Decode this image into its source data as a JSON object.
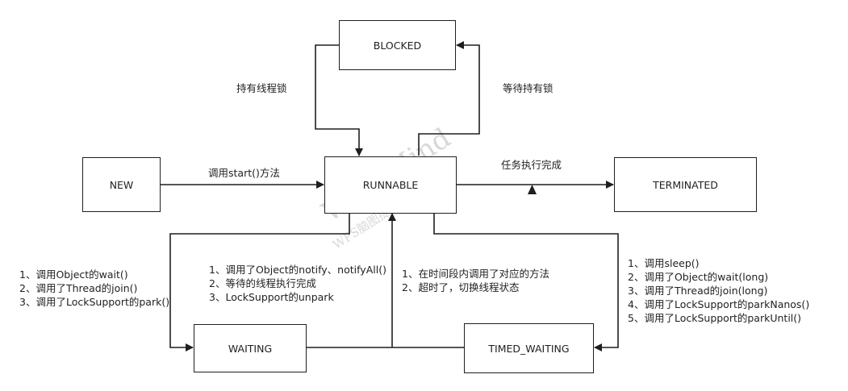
{
  "nodes": {
    "blocked": "BLOCKED",
    "new": "NEW",
    "runnable": "RUNNABLE",
    "terminated": "TERMINATED",
    "waiting": "WAITING",
    "timed_waiting": "TIMED_WAITING"
  },
  "edges": {
    "hold_lock": "持有线程锁",
    "wait_lock": "等待持有锁",
    "start": "调用start()方法",
    "finished": "任务执行完成"
  },
  "waiting_causes": [
    "1、调用Object的wait()",
    "2、调用了Thread的join()",
    "3、调用了LockSupport的park()"
  ],
  "waiting_exits": [
    "1、调用了Object的notify、notifyAll()",
    "2、等待的线程执行完成",
    "3、LockSupport的unpark"
  ],
  "timed_exits": [
    "1、在时间段内调用了对应的方法",
    "2、超时了，切换线程状态"
  ],
  "timed_causes": [
    "1、调用sleep()",
    "2、调用了Object的wait(long)",
    "3、调用了Thread的join(long)",
    "4、调用了LockSupport的parkNanos()",
    "5、调用了LockSupport的parkUntil()"
  ],
  "watermark": {
    "main": "WPS Mind",
    "sub": "WPS脑图提供能力"
  }
}
